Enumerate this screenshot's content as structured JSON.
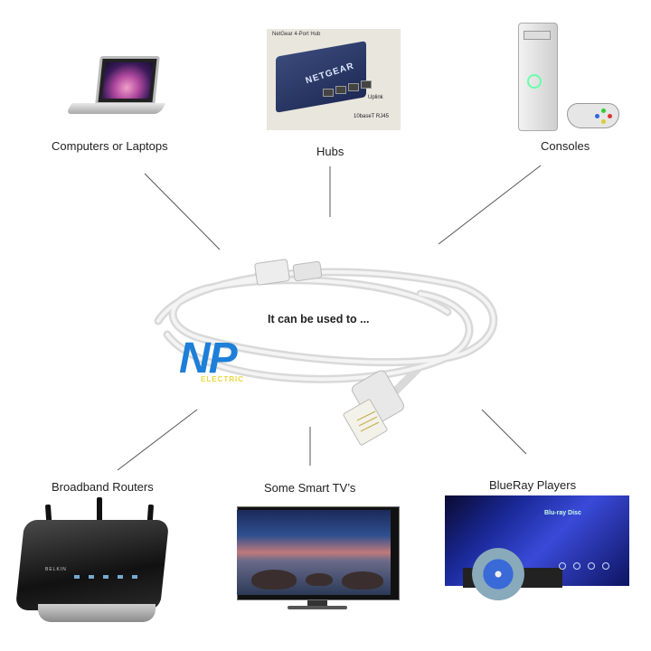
{
  "center": {
    "label": "It can be used to ..."
  },
  "devices": [
    {
      "id": "laptop",
      "label": "Computers or Laptops"
    },
    {
      "id": "hub",
      "label": "Hubs"
    },
    {
      "id": "console",
      "label": "Consoles"
    },
    {
      "id": "router",
      "label": "Broadband Routers"
    },
    {
      "id": "tv",
      "label": "Some Smart TV’s"
    },
    {
      "id": "bluray",
      "label": "BlueRay Players"
    }
  ],
  "hub_photo": {
    "title": "NetGear 4-Port Hub",
    "brand": "NETGEAR",
    "uplink": "Uplink",
    "port_label": "10baseT RJ45"
  },
  "router_photo": {
    "brand": "BELKIN"
  },
  "bluray_photo": {
    "brand": "Blu-ray Disc"
  },
  "logo": {
    "main": "NP",
    "sub": "ELECTRIC",
    "main_color": "#1d7fd8",
    "sub_color": "#e8d83a"
  },
  "colors": {
    "connector_line": "#555555",
    "cable": "#e8e8e8"
  }
}
